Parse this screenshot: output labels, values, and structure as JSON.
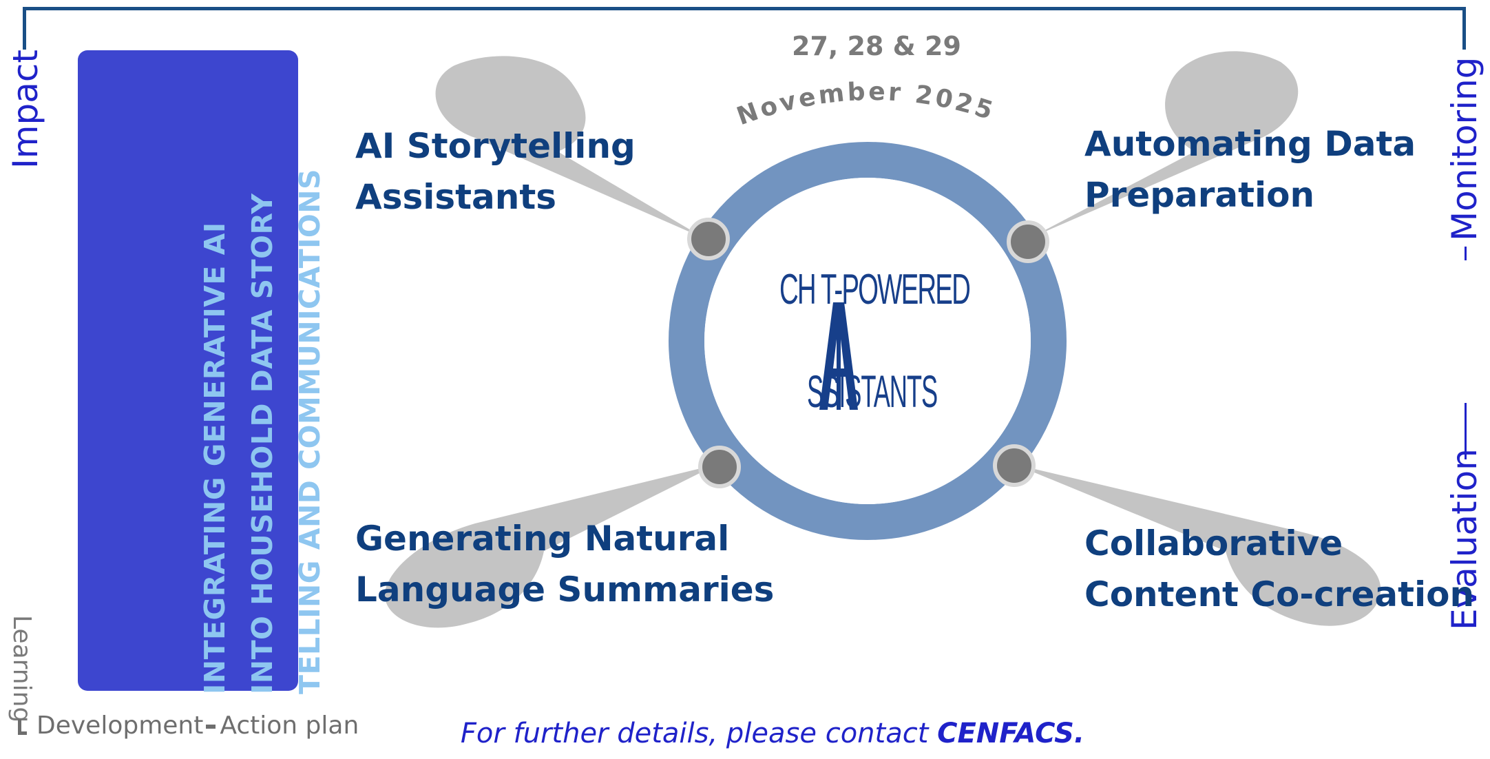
{
  "side_labels": {
    "impact": "Impact",
    "monitoring": "Monitoring",
    "evaluation": "Evaluation",
    "learning": "Learning"
  },
  "banner": {
    "lines": [
      "INTEGRATING GENERATIVE AI",
      "INTO HOUSEHOLD DATA STORY",
      "TELLING AND COMMUNICATIONS"
    ]
  },
  "date": {
    "days": "27, 28 & 29",
    "month_year": "November 2025"
  },
  "center": {
    "top": "CH  T-POWERED",
    "ai_letters": "AI",
    "bottom": "SSISTANTS"
  },
  "topics": {
    "top_left": [
      "AI  Storytelling",
      "Assistants"
    ],
    "top_right": [
      "Automating Data",
      "Preparation"
    ],
    "bottom_left": [
      "Generating Natural",
      "Language Summaries"
    ],
    "bottom_right": [
      "Collaborative",
      "Content Co-creation"
    ]
  },
  "bottom_labels": {
    "development": "Development",
    "action_plan": "Action plan"
  },
  "footer": {
    "prefix": "For further details, please contact ",
    "org": "CENFACS."
  },
  "colors": {
    "frame": "#1a4f86",
    "side_text": "#1f22c9",
    "banner_bg": "#3d46cf",
    "banner_text": "#8ec6f0",
    "ring": "#7294c0",
    "petal": "#c4c4c4",
    "node": "#7a7a7a",
    "topic_text": "#0f3f7e"
  }
}
